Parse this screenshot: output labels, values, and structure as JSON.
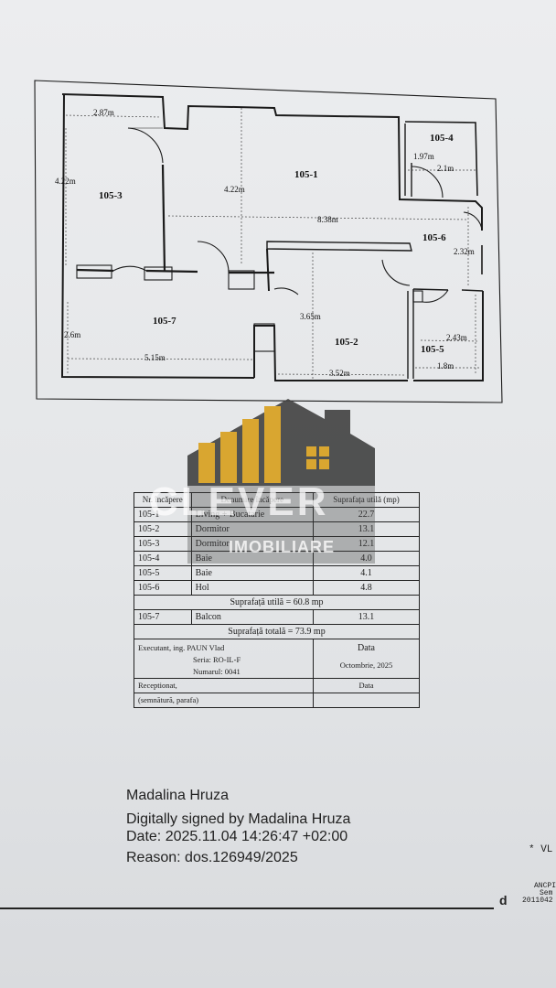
{
  "rooms": {
    "r1": {
      "id": "105-1"
    },
    "r2": {
      "id": "105-2"
    },
    "r3": {
      "id": "105-3"
    },
    "r4": {
      "id": "105-4"
    },
    "r5": {
      "id": "105-5"
    },
    "r6": {
      "id": "105-6"
    },
    "r7": {
      "id": "105-7"
    }
  },
  "dims": {
    "d287": "2.87m",
    "d422a": "4.22m",
    "d422b": "4.22m",
    "d197": "1.97m",
    "d21": "2.1m",
    "d838": "8.38m",
    "d232": "2.32m",
    "d26": "2.6m",
    "d515": "5.15m",
    "d365": "3.65m",
    "d352": "3.52m",
    "d243": "2.43m",
    "d18": "1.8m"
  },
  "table": {
    "h_nr": "Nr. încăpere",
    "h_name": "Denumire încăpere",
    "h_area": "Suprafața utilă (mp)",
    "rows": [
      {
        "nr": "105-1",
        "name": "Living + Bucatarie",
        "area": "22.7"
      },
      {
        "nr": "105-2",
        "name": "Dormitor",
        "area": "13.1"
      },
      {
        "nr": "105-3",
        "name": "Dormitor",
        "area": "12.1"
      },
      {
        "nr": "105-4",
        "name": "Baie",
        "area": "4.0"
      },
      {
        "nr": "105-5",
        "name": "Baie",
        "area": "4.1"
      },
      {
        "nr": "105-6",
        "name": "Hol",
        "area": "4.8"
      }
    ],
    "useful_total": "Suprafață utilă = 60.8 mp",
    "balcony": {
      "nr": "105-7",
      "name": "Balcon",
      "area": "13.1"
    },
    "grand_total": "Suprafață totală = 73.9 mp",
    "executant": "Executant, ing. PAUN Vlad",
    "seria": "Seria: RO-IL-F",
    "numarul": "Numarul: 0041",
    "data_label": "Data",
    "data_value": "Octombrie, 2025",
    "receptionat": "Receptionat,",
    "semnatura": "(semnătură, parafa)",
    "data_label2": "Data"
  },
  "watermark": {
    "brand": "CLEVER",
    "sub": "IMOBILIARE",
    "colors": {
      "gold": "#d9a630",
      "dark": "#4a4a4a"
    }
  },
  "signature": {
    "name": "Madalina Hruza",
    "signed": "Digitally signed by Madalina Hruza",
    "date": "Date: 2025.11.04 14:26:47 +02:00",
    "reason": "Reason: dos.126949/2025"
  },
  "corner": {
    "vl": "* VL",
    "d": "d",
    "ancpi": "ANCPI",
    "sem": "Sem",
    "num": "2011042"
  }
}
